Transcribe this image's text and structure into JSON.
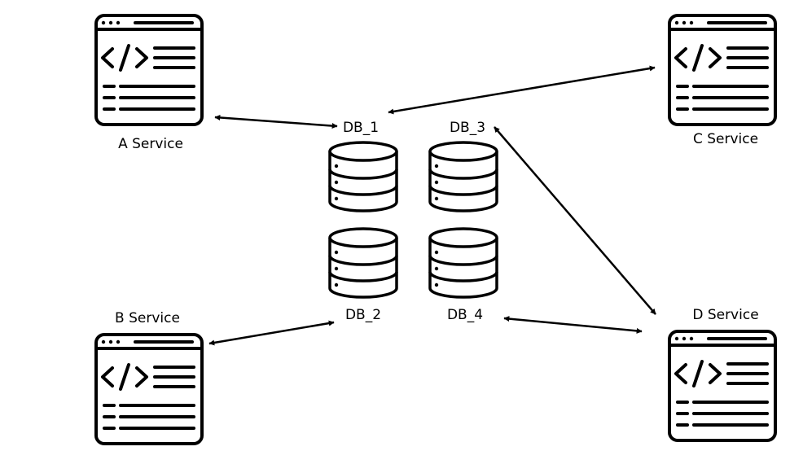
{
  "services": {
    "a": {
      "label": "A Service",
      "icon": "code-window-icon"
    },
    "b": {
      "label": "B Service",
      "icon": "code-window-icon"
    },
    "c": {
      "label": "C Service",
      "icon": "code-window-icon"
    },
    "d": {
      "label": "D Service",
      "icon": "code-window-icon"
    }
  },
  "databases": {
    "db1": {
      "label": "DB_1",
      "icon": "database-icon"
    },
    "db2": {
      "label": "DB_2",
      "icon": "database-icon"
    },
    "db3": {
      "label": "DB_3",
      "icon": "database-icon"
    },
    "db4": {
      "label": "DB_4",
      "icon": "database-icon"
    }
  },
  "connections": [
    {
      "from": "A Service",
      "to": "DB_1",
      "type": "bidirectional"
    },
    {
      "from": "B Service",
      "to": "DB_2",
      "type": "bidirectional"
    },
    {
      "from": "C Service",
      "to": "DB_1",
      "type": "bidirectional"
    },
    {
      "from": "D Service",
      "to": "DB_3",
      "type": "bidirectional"
    },
    {
      "from": "D Service",
      "to": "DB_4",
      "type": "bidirectional"
    }
  ],
  "colors": {
    "stroke": "#000000",
    "background": "#ffffff"
  }
}
